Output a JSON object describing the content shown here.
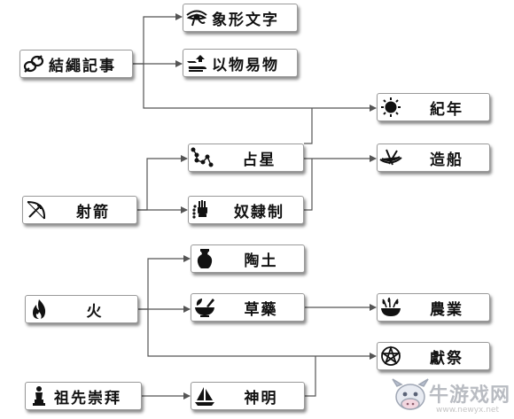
{
  "nodes": {
    "knot_records": "結繩記事",
    "hieroglyphs": "象形文字",
    "barter": "以物易物",
    "calendar": "紀年",
    "astrology": "占星",
    "shipbuilding": "造船",
    "archery": "射箭",
    "slavery": "奴隸制",
    "fire": "火",
    "pottery": "陶土",
    "herbalism": "草藥",
    "agriculture": "農業",
    "sacrifice": "獻祭",
    "ancestor_worship": "祖先崇拜",
    "deity": "神明"
  },
  "icons": {
    "knot_records": "rope-knot-icon",
    "hieroglyphs": "eye-of-horus-icon",
    "barter": "hand-exchange-icon",
    "calendar": "sun-icon",
    "astrology": "constellation-icon",
    "shipbuilding": "canoe-icon",
    "archery": "bow-icon",
    "slavery": "chained-hand-icon",
    "fire": "flame-icon",
    "pottery": "vase-icon",
    "herbalism": "mortar-pestle-icon",
    "agriculture": "grain-bowl-icon",
    "sacrifice": "pentagram-icon",
    "ancestor_worship": "idol-icon",
    "deity": "sail-icon"
  },
  "watermark": {
    "name": "牛游戏网",
    "url": "www.newyx.net"
  }
}
